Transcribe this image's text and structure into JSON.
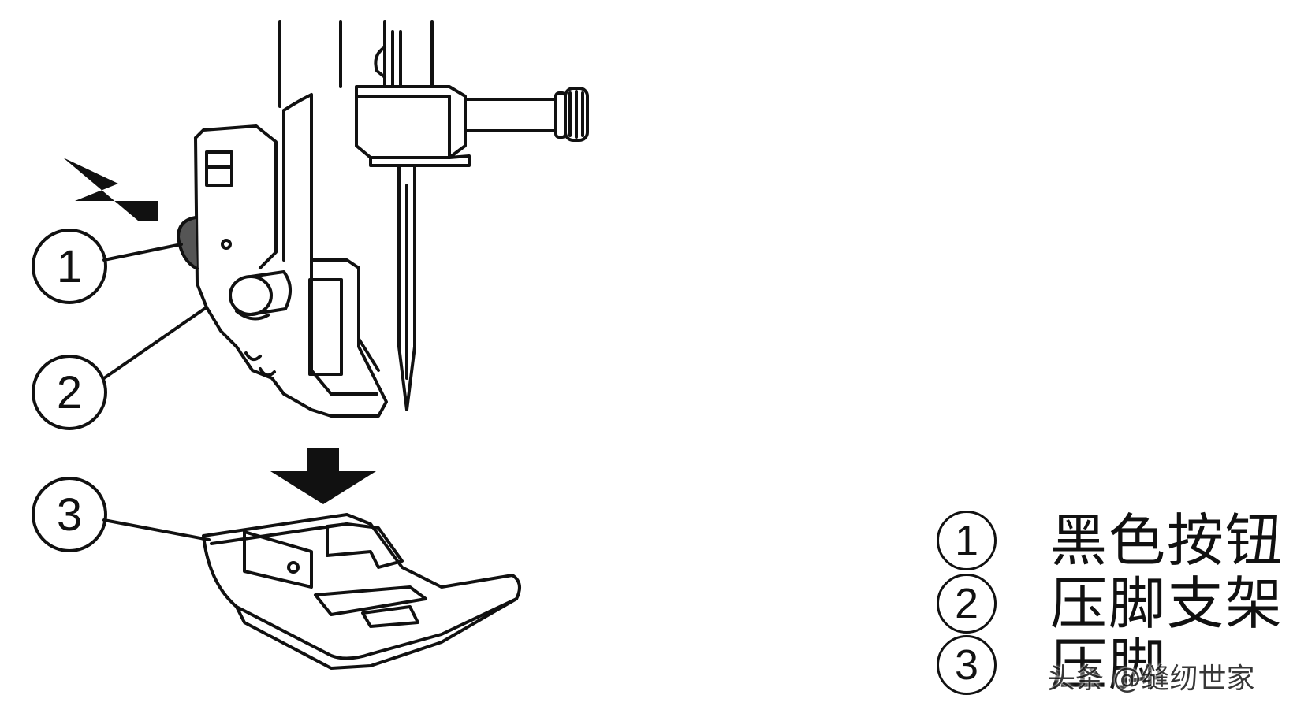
{
  "callouts": [
    "1",
    "2",
    "3"
  ],
  "legend": [
    {
      "number": "1",
      "label": "黑色按钮"
    },
    {
      "number": "2",
      "label": "压脚支架"
    },
    {
      "number": "3",
      "label": "压脚"
    }
  ],
  "watermark": "头条 @缝纫世家"
}
